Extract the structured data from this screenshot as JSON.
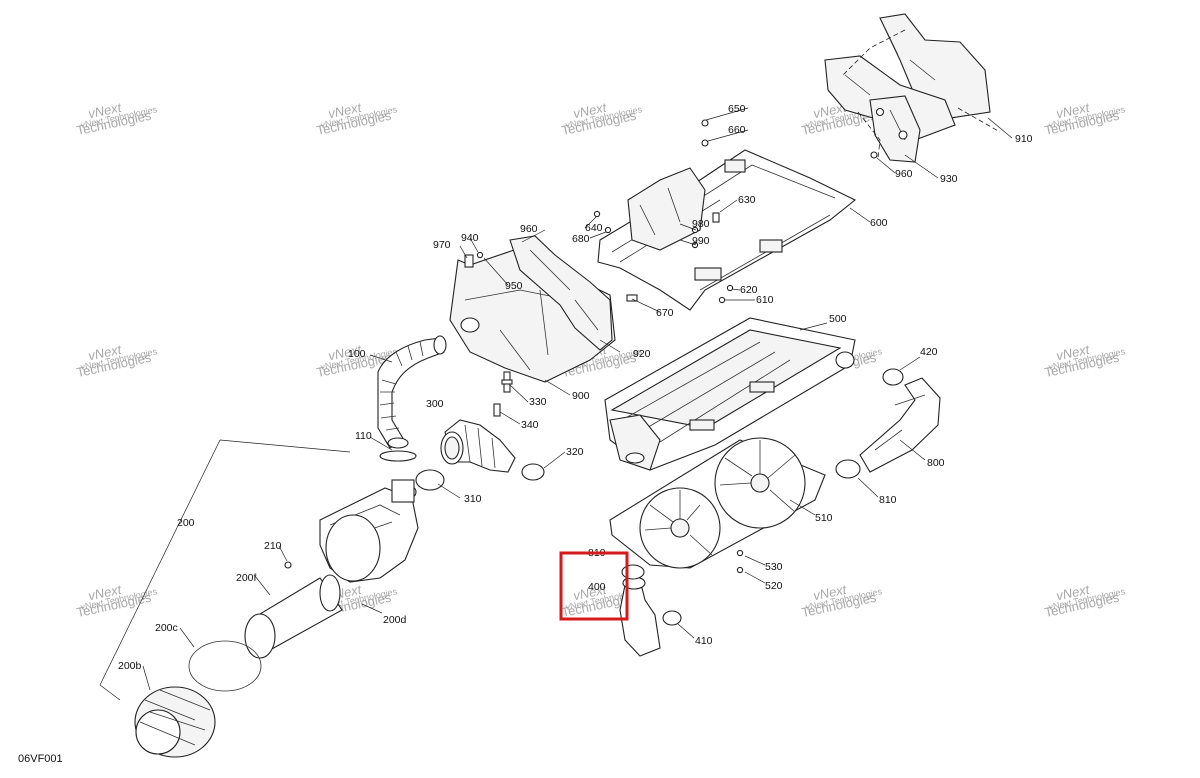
{
  "diagram_code": "06VF001",
  "watermark": {
    "line1": "vNext",
    "line2": "Technologies",
    "small": "vNext Technologies"
  },
  "highlight_color": "#d41a1a",
  "labels": {
    "l100": "100",
    "l110": "110",
    "l200": "200",
    "l200b": "200b",
    "l200c": "200c",
    "l200d": "200d",
    "l200f": "200f",
    "l210": "210",
    "l300": "300",
    "l310": "310",
    "l320": "320",
    "l330": "330",
    "l340": "340",
    "l400": "400",
    "l410": "410",
    "l420": "420",
    "l500": "500",
    "l510": "510",
    "l520": "520",
    "l530": "530",
    "l600": "600",
    "l610": "610",
    "l620": "620",
    "l630": "630",
    "l640": "640",
    "l650": "650",
    "l660": "660",
    "l670": "670",
    "l680": "680",
    "l800": "800",
    "l810a": "810",
    "l810b": "810",
    "l900": "900",
    "l910": "910",
    "l920": "920",
    "l930": "930",
    "l940": "940",
    "l950": "950",
    "l960a": "960",
    "l960b": "960",
    "l970": "970",
    "l980": "980",
    "l990": "990"
  }
}
